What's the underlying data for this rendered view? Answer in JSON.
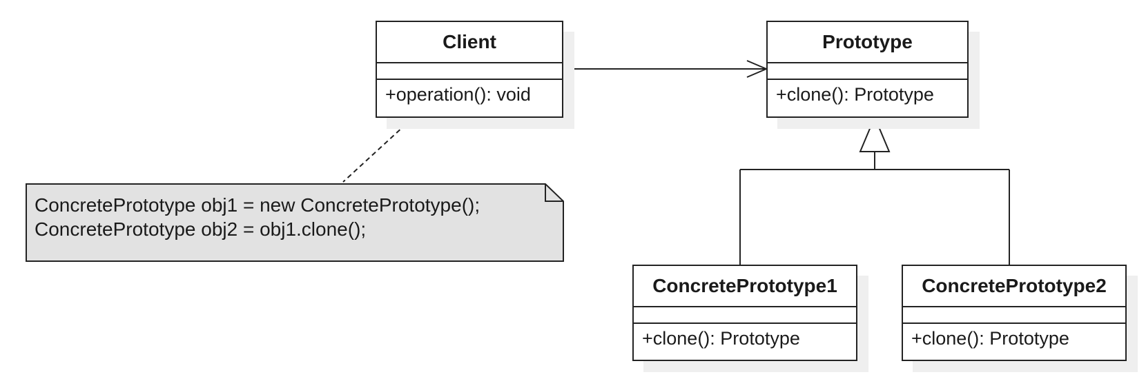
{
  "classes": {
    "client": {
      "name": "Client",
      "operation": "+operation(): void"
    },
    "prototype": {
      "name": "Prototype",
      "operation": "+clone(): Prototype"
    },
    "concrete1": {
      "name": "ConcretePrototype1",
      "operation": "+clone(): Prototype"
    },
    "concrete2": {
      "name": "ConcretePrototype2",
      "operation": "+clone(): Prototype"
    }
  },
  "note": {
    "lines": [
      "ConcretePrototype obj1 = new ConcretePrototype();",
      "ConcretePrototype obj2 = obj1.clone();"
    ]
  },
  "colors": {
    "line": "#222222",
    "note_fill": "#e2e2e2",
    "shadow": "#efefef"
  }
}
